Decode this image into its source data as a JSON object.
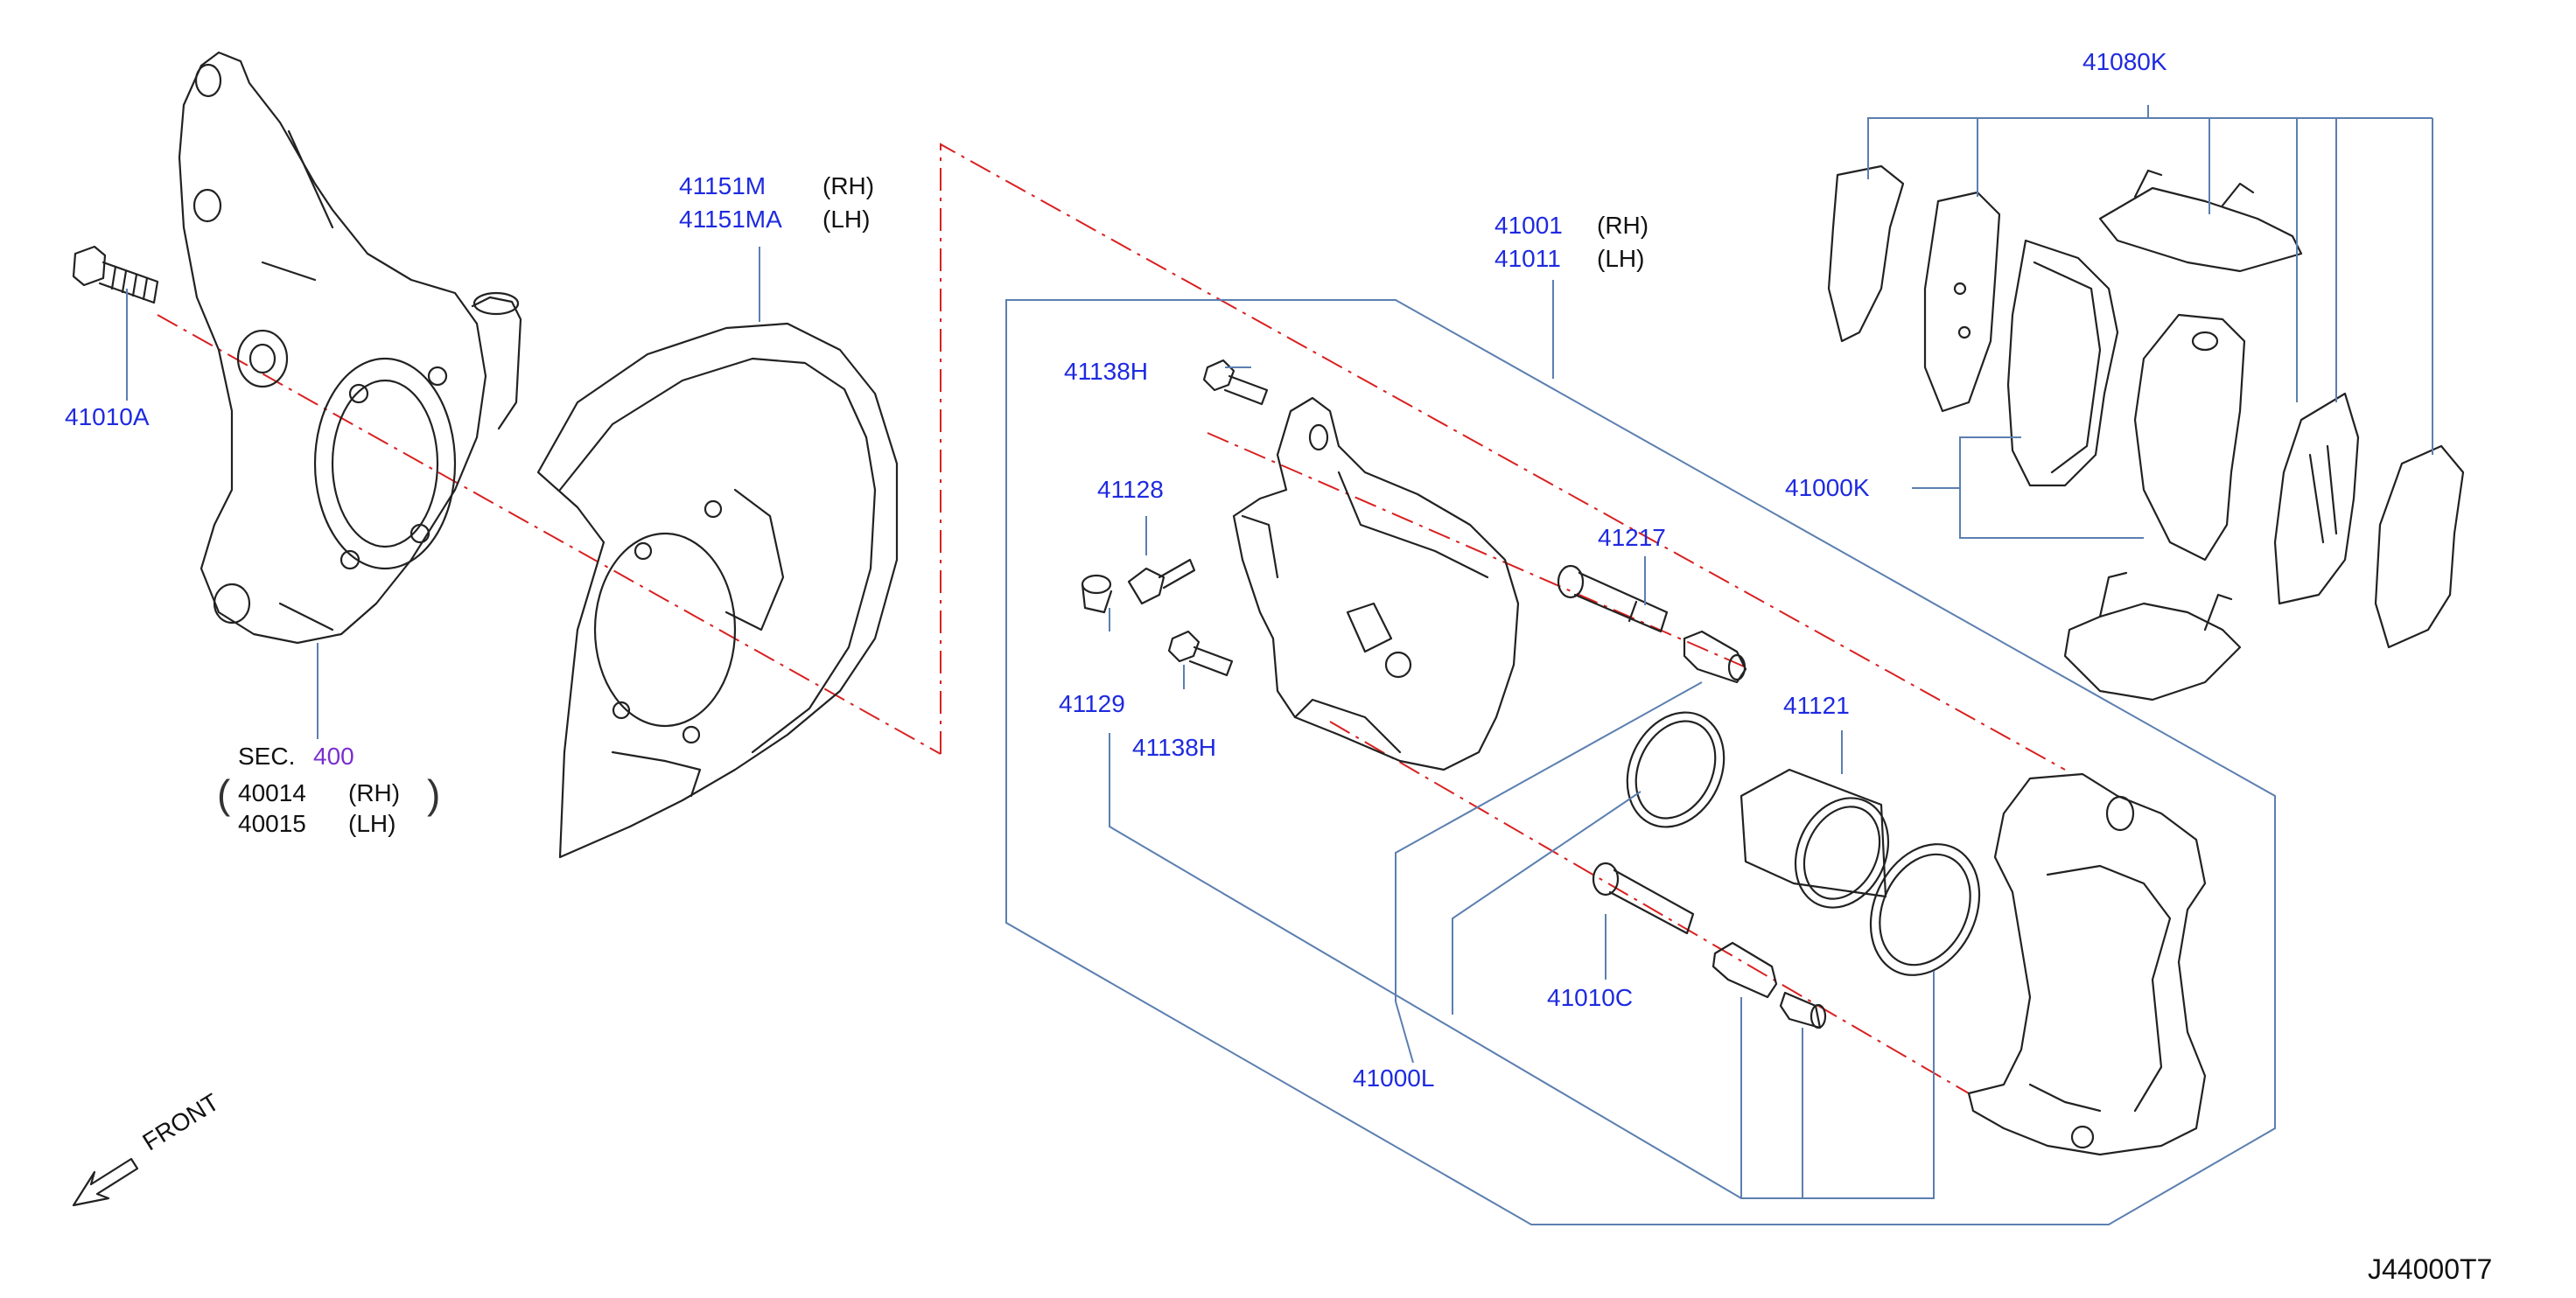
{
  "drawing_id": "J44000T7",
  "front_label": "FRONT",
  "colors": {
    "part_number": "#1e2ae0",
    "section_link": "#7a2fd0",
    "leader": "#5b7fb0",
    "center_line": "#d92020",
    "ink": "#222222"
  },
  "parts": {
    "knuckle_bolt": "41010A",
    "section_prefix": "SEC.",
    "section_number": "400",
    "knuckle_rh": "40014",
    "knuckle_lh": "40015",
    "shield_rh": "41151M",
    "shield_lh": "41151MA",
    "caliper_rh": "41001",
    "caliper_lh": "41011",
    "bolt_upper": "41138H",
    "bolt_lower": "41138H",
    "bleeder": "41128",
    "bleeder_cap": "41129",
    "pin_upper": "41217",
    "seal_kit": "41121",
    "pin_lower": "41010C",
    "repair_kit": "41000L",
    "pad_kit": "41000K",
    "hardware_kit": "41080K"
  },
  "sides": {
    "rh": "(RH)",
    "lh": "(LH)"
  }
}
